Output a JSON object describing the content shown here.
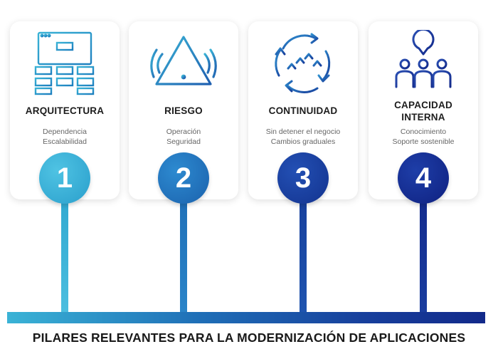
{
  "pillars": [
    {
      "number": "1",
      "title": "ARQUITECTURA",
      "line1": "Dependencia",
      "line2": "Escalabilidad",
      "color": "#2fa8d0",
      "icon": "architecture-grid-icon"
    },
    {
      "number": "2",
      "title": "RIESGO",
      "line1": "Operación",
      "line2": "Seguridad",
      "color": "#1f6fb7",
      "icon": "warning-triangle-icon"
    },
    {
      "number": "3",
      "title": "CONTINUIDAD",
      "line1": "Sin detener el negocio",
      "line2": "Cambios graduales",
      "color": "#173f9c",
      "icon": "continuity-cycle-icon"
    },
    {
      "number": "4",
      "title": "CAPACIDAD INTERNA",
      "line1": "Conocimiento",
      "line2": "Soporte sostenible",
      "color": "#132a8c",
      "icon": "team-chat-icon"
    }
  ],
  "footer": "PILARES RELEVANTES PARA LA MODERNIZACIÓN DE APLICACIONES",
  "colors": {
    "teal": "#2fa8d0",
    "navy": "#132a8c",
    "accent": "#2a4fb3"
  }
}
